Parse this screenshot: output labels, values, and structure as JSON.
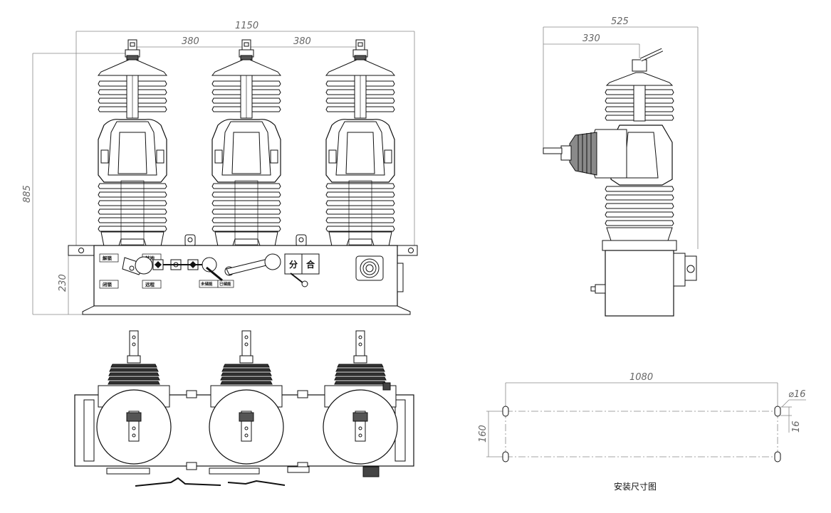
{
  "dimensions": {
    "front_width": "1150",
    "front_pitch_left": "380",
    "front_pitch_right": "380",
    "front_height": "885",
    "base_height": "230",
    "side_width": "525",
    "side_pitch": "330",
    "mount_length": "1080",
    "mount_width": "160",
    "hole_diameter": "⌀16",
    "slot_size": "16"
  },
  "panel_labels": {
    "unlock": "解锁",
    "local": "就地",
    "lock": "闭锁",
    "remote": "远程",
    "not_stored": "未储能",
    "stored": "已储能",
    "open": "分",
    "close": "合"
  },
  "caption": "安装尺寸图",
  "colors": {
    "line": "#111111",
    "dim": "#888888",
    "body_fill": "#8a8a8a"
  }
}
